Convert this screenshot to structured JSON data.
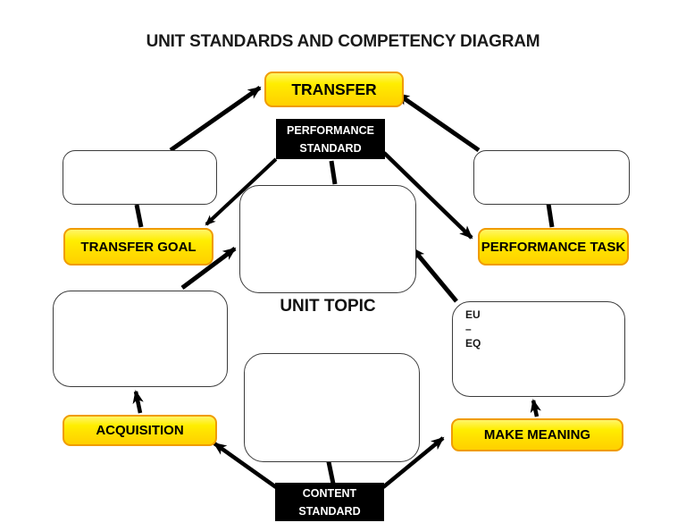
{
  "title": "UNIT STANDARDS AND COMPETENCY DIAGRAM",
  "diagram": {
    "transfer": {
      "label": "TRANSFER"
    },
    "performance_standard": {
      "line1": "PERFORMANCE",
      "line2": "STANDARD"
    },
    "transfer_goal": {
      "label": "TRANSFER GOAL"
    },
    "performance_task": {
      "label": "PERFORMANCE TASK"
    },
    "unit_topic": {
      "label": "UNIT TOPIC"
    },
    "eu_eq": {
      "eu": "EU",
      "dash": "–",
      "eq": "EQ"
    },
    "acquisition": {
      "label": "ACQUISITION"
    },
    "make_meaning": {
      "label": "MAKE MEANING"
    },
    "content_standard": {
      "line1": "CONTENT",
      "line2": "STANDARD"
    }
  },
  "colors": {
    "highlight_fill_top": "#FFF569",
    "highlight_fill_bottom": "#FFD000",
    "highlight_border": "#F09C00",
    "standard_box_fill": "#000000",
    "standard_box_text": "#FFFFFF",
    "note_box_border": "#3C3C3C",
    "connector": "#000000",
    "background": "#FFFFFF"
  }
}
